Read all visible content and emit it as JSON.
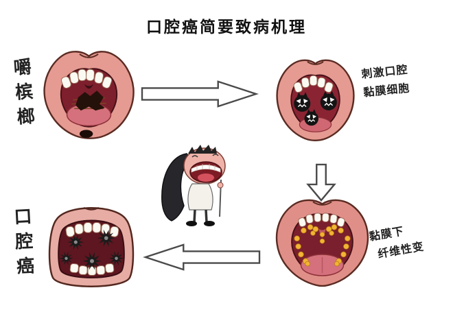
{
  "title": "口腔癌简要致病机理",
  "stages": {
    "betel": {
      "label": "嚼槟榔"
    },
    "irritation": {
      "line1": "刺激口腔",
      "line2": "黏膜细胞"
    },
    "fibrosis": {
      "line1": "黏膜下",
      "line2": "纤维性变"
    },
    "cancer": {
      "label": "口腔癌"
    }
  },
  "illustrations": {
    "mouth_betel": "open-mouth-chewing-betel-nut",
    "mouth_irritated": "open-mouth-with-germ-faces",
    "mouth_fibrosis": "open-mouth-with-yellow-submucosal-nodules",
    "mouth_cancer": "open-mouth-with-black-cancer-lesions",
    "cartoon": "cloaked-figure-with-giant-laughing-mouth",
    "arrow_right": "arrow-right-outline",
    "arrow_down": "arrow-down-outline",
    "arrow_left": "arrow-left-outline"
  },
  "colors": {
    "background": "#ffffff",
    "lip": "#e59a92",
    "cavity": "#7e1f2d",
    "teeth": "#fbfaf2",
    "tongue": "#d4717c",
    "betel_mass": "#241109",
    "germ": "#141414",
    "nodule": "#f2b434",
    "lesion": "#1b1b1b",
    "arrow_stroke": "#4a4a4a",
    "text": "#1a1a1a"
  }
}
